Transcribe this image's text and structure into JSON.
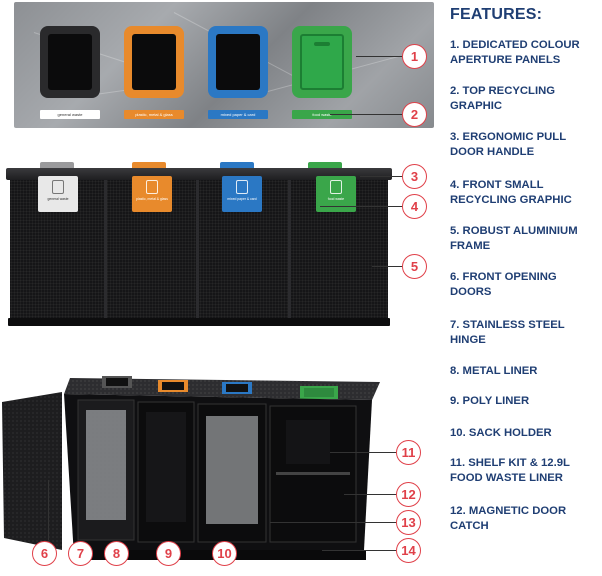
{
  "features": {
    "heading": "FEATURES:",
    "items": [
      "1. DEDICATED COLOUR APERTURE PANELS",
      "2. TOP RECYCLING GRAPHIC",
      "3. ERGONOMIC PULL DOOR HANDLE",
      "4. FRONT SMALL RECYCLING GRAPHIC",
      "5. ROBUST ALUMINIUM FRAME",
      "6. FRONT OPENING DOORS",
      "7. STAINLESS STEEL HINGE",
      "8. METAL LINER",
      "9. POLY LINER",
      "10. SACK HOLDER",
      "11. SHELF KIT & 12.9L FOOD WASTE LINER",
      "12. MAGNETIC DOOR CATCH"
    ]
  },
  "callouts": [
    "1",
    "2",
    "3",
    "4",
    "5",
    "6",
    "7",
    "8",
    "9",
    "10",
    "11",
    "12",
    "13",
    "14"
  ],
  "top_labels": [
    "general waste",
    "plastic, metal & glass",
    "mixed paper & card",
    "food waste"
  ],
  "door_labels": [
    "general waste",
    "plastic, metal & glass",
    "mixed paper & card",
    "food waste"
  ],
  "colors": {
    "general": "#2a2a2c",
    "plastic": "#e88a2c",
    "paper": "#2b78c4",
    "food": "#3aa64a",
    "accent_red": "#e04049",
    "heading_navy": "#1f3e73"
  }
}
